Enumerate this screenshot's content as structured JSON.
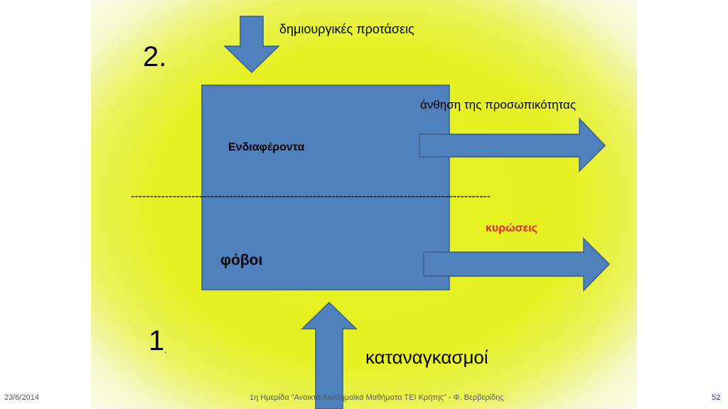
{
  "slide": {
    "number_top": "2.",
    "number_bottom": "1",
    "number_bottom_suffix": ".",
    "creative_proposals": "δημιουργικές προτάσεις",
    "interests": "Ενδιαφέροντα",
    "personality_blossom": "άνθηση της προσωπικότητας",
    "divider": "-----------------------------------------------------------------------------------------------",
    "sanctions": "κυρώσεις",
    "fears": "φόβοι",
    "coercion": "καταναγκασμοί"
  },
  "footer": {
    "date": "23/6/2014",
    "center": "1η Ημερίδα \"Ανοικτά Ακαδημαϊκά Μαθήματα ΤΕΙ Κρήτης\" - Φ. Βερβερίδης",
    "page": "52"
  },
  "colors": {
    "shape_fill": "#4f81bd",
    "shape_stroke": "#385d8a",
    "slide_yellow": "#e6f125",
    "sanctions_red": "#e0261b"
  },
  "icons": {
    "top_arrow": "arrow-down-icon",
    "bottom_arrow": "arrow-up-icon",
    "right_arrows": "arrow-right-icon"
  }
}
